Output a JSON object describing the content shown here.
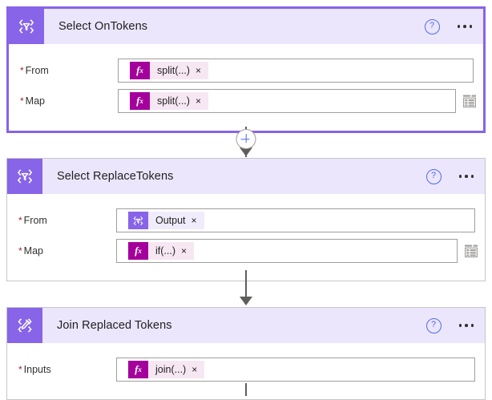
{
  "designer": {
    "cards": [
      {
        "id": "select-ontokens",
        "title": "Select OnTokens",
        "icon": "select-filter-icon",
        "selected": true,
        "help_label": "?",
        "menu_label": "•••",
        "fields": [
          {
            "label": "From",
            "required_marker": "*",
            "token": {
              "badge": "fx",
              "label": "split(...)",
              "remove": "×",
              "kind": "expression"
            },
            "has_grid_toggle": false
          },
          {
            "label": "Map",
            "required_marker": "*",
            "token": {
              "badge": "fx",
              "label": "split(...)",
              "remove": "×",
              "kind": "expression"
            },
            "has_grid_toggle": true,
            "grid_icon": "table-view-icon"
          }
        ]
      },
      {
        "id": "select-replacetokens",
        "title": "Select ReplaceTokens",
        "icon": "select-filter-icon",
        "selected": false,
        "help_label": "?",
        "menu_label": "•••",
        "fields": [
          {
            "label": "From",
            "required_marker": "*",
            "token": {
              "badge": "",
              "label": "Output",
              "remove": "×",
              "kind": "output"
            },
            "has_grid_toggle": false
          },
          {
            "label": "Map",
            "required_marker": "*",
            "token": {
              "badge": "fx",
              "label": "if(...)",
              "remove": "×",
              "kind": "expression"
            },
            "has_grid_toggle": true,
            "grid_icon": "table-view-icon"
          }
        ]
      },
      {
        "id": "join-replaced-tokens",
        "title": "Join Replaced Tokens",
        "icon": "join-pencil-icon",
        "selected": false,
        "help_label": "?",
        "menu_label": "•••",
        "fields": [
          {
            "label": "Inputs",
            "required_marker": "*",
            "token": {
              "badge": "fx",
              "label": "join(...)",
              "remove": "×",
              "kind": "expression"
            },
            "has_grid_toggle": false
          }
        ]
      }
    ],
    "connectors": [
      {
        "id": "connector-1",
        "has_add_button": true,
        "add_button_label": "+"
      },
      {
        "id": "connector-2",
        "has_add_button": false
      },
      {
        "id": "connector-3",
        "has_add_button": false
      }
    ],
    "colors": {
      "accent_purple": "#8764e8",
      "header_bg": "#ebe6fc",
      "expression_magenta": "#a4009c",
      "expression_pill": "#f6e7f3",
      "output_pill": "#f0ecfb",
      "required_red": "#a4262c",
      "link_blue": "#4f6bed",
      "connector_gray": "#605e5c",
      "field_border": "#a19f9d"
    }
  }
}
